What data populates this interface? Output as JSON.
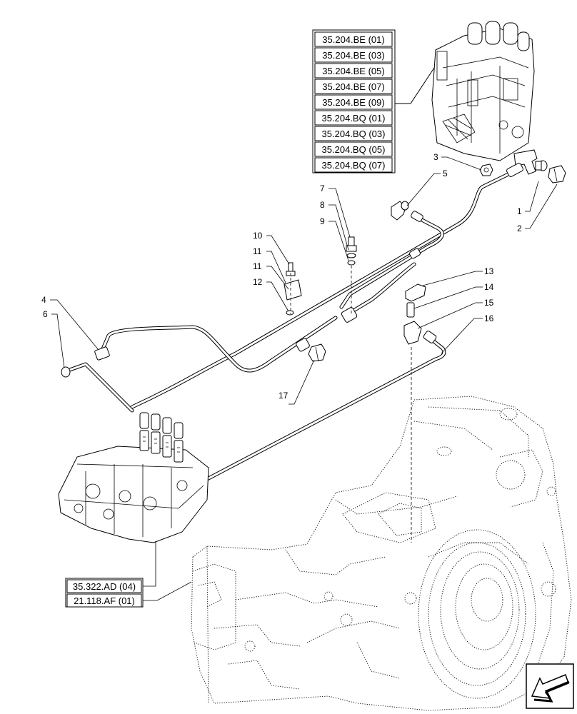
{
  "references_top": [
    "35.204.BE (01)",
    "35.204.BE (03)",
    "35.204.BE (05)",
    "35.204.BE (07)",
    "35.204.BE (09)",
    "35.204.BQ (01)",
    "35.204.BQ (03)",
    "35.204.BQ (05)",
    "35.204.BQ (07)"
  ],
  "references_bottom": [
    "35.322.AD (04)",
    "21.118.AF (01)"
  ],
  "callouts": {
    "c1": "1",
    "c2": "2",
    "c3": "3",
    "c4": "4",
    "c5": "5",
    "c6": "6",
    "c7": "7",
    "c8": "8",
    "c9": "9",
    "c10": "10",
    "c11a": "11",
    "c11b": "11",
    "c12": "12",
    "c13": "13",
    "c14": "14",
    "c15": "15",
    "c16": "16",
    "c17": "17"
  },
  "icons": {
    "nav": "arrow-icon"
  }
}
